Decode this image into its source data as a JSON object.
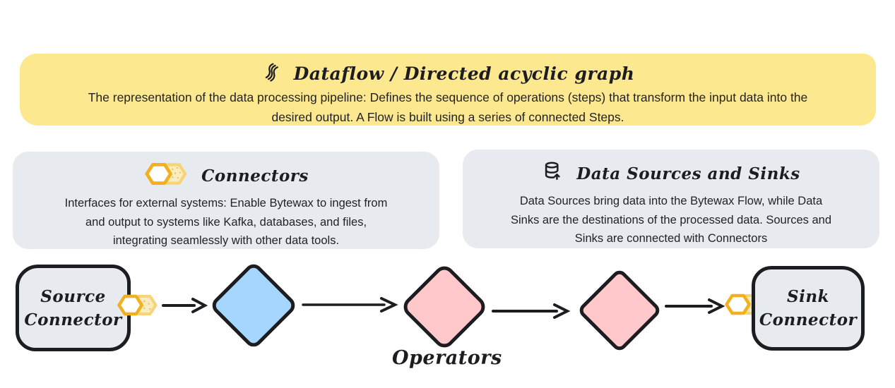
{
  "banner": {
    "icon": "flow-icon",
    "title": "Dataflow / Directed acyclic graph",
    "description_lines": [
      "The representation of the data processing pipeline: Defines the sequence of operations (steps) that transform the input data into the",
      "desired output. A Flow is built using a series of connected Steps."
    ]
  },
  "cards": {
    "connectors": {
      "icon": "connector-hexagons-icon",
      "title": "Connectors",
      "description_lines": [
        "Interfaces for external systems: Enable Bytewax to ingest from",
        "and output to systems like Kafka, databases, and files,",
        "integrating seamlessly with other data tools."
      ]
    },
    "sources_sinks": {
      "icon": "database-up-icon",
      "title": "Data Sources and Sinks",
      "description_lines": [
        "Data Sources bring data into the Bytewax Flow, while Data",
        "Sinks are the destinations of the processed data. Sources and",
        "Sinks are connected with Connectors"
      ]
    }
  },
  "flow": {
    "source_node": {
      "label_lines": [
        "Source",
        "Connector"
      ]
    },
    "sink_node": {
      "label_lines": [
        "Sink",
        "Connector"
      ]
    },
    "operators_label": "Operators",
    "steps": [
      {
        "id": "step-1",
        "shape": "diamond",
        "color": "blue"
      },
      {
        "id": "step-2",
        "shape": "diamond",
        "color": "pink"
      },
      {
        "id": "step-3",
        "shape": "diamond",
        "color": "pink"
      }
    ]
  },
  "colors": {
    "banner_bg": "#FBE88F",
    "card_bg": "#E7EAEE",
    "ink": "#1d1d21",
    "diamond_blue": "#A5D6FB",
    "diamond_pink": "#FFC9CB",
    "hex_bold_stroke": "#F2B01E",
    "hex_light_stroke": "#F7D474",
    "hex_light_fill": "#FBECC0"
  }
}
